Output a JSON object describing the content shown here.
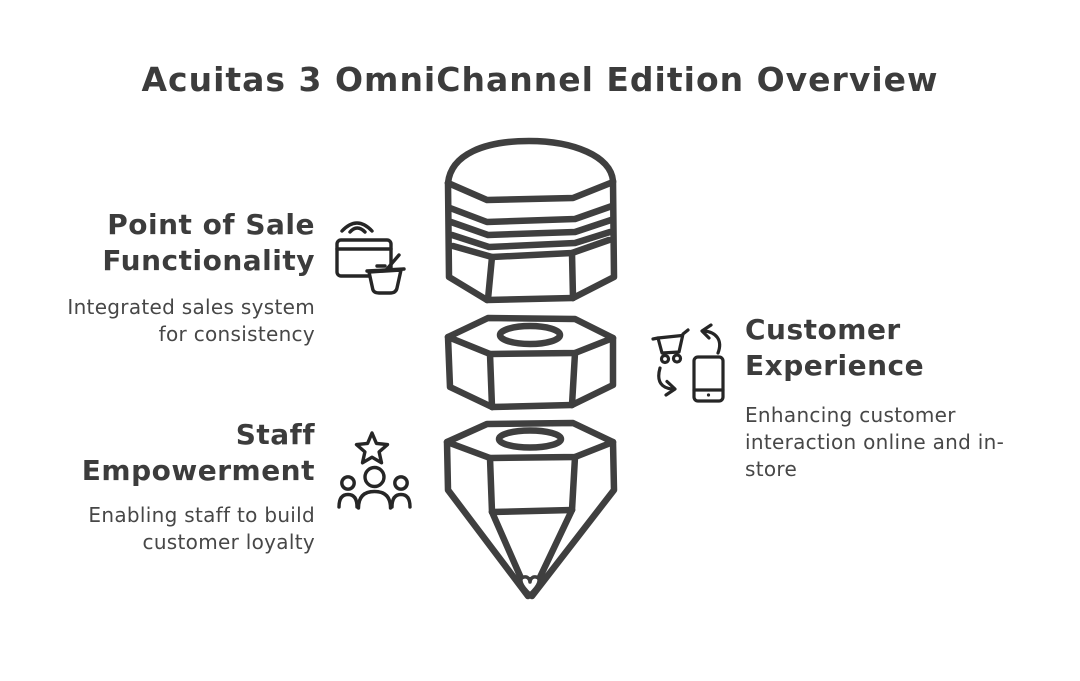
{
  "title": "Acuitas 3 OmniChannel Edition Overview",
  "colors": {
    "heading_text": "#3c3c3c",
    "body_text": "#474747",
    "line_art": "#3f3f3f",
    "icon_stroke": "#262626",
    "background": "#ffffff"
  },
  "sections": [
    {
      "id": "point-of-sale",
      "position": "left-top",
      "heading": "Point of Sale Functionality",
      "heading_lines": [
        "Point of Sale",
        "Functionality"
      ],
      "description": "Integrated sales system for consistency",
      "description_lines": [
        "Integrated sales system",
        "for consistency"
      ],
      "icon": "contactless-pos-terminal-with-basket-icon"
    },
    {
      "id": "customer-experience",
      "position": "right-middle",
      "heading": "Customer Experience",
      "heading_lines": [
        "Customer",
        "Experience"
      ],
      "description": "Enhancing customer interaction online and in-store",
      "description_lines": [
        "Enhancing customer",
        "interaction online and in-",
        "store"
      ],
      "icon": "cart-phone-sync-icon"
    },
    {
      "id": "staff-empowerment",
      "position": "left-bottom",
      "heading": "Staff Empowerment",
      "heading_lines": [
        "Staff",
        "Empowerment"
      ],
      "description": "Enabling staff to build customer loyalty",
      "description_lines": [
        "Enabling staff to build",
        "customer loyalty"
      ],
      "icon": "team-with-star-icon"
    }
  ],
  "illustration": {
    "name": "pencil-funnel",
    "segments": [
      "ridged-cap",
      "hex-nut",
      "hex-nut",
      "cone-tip-with-heart"
    ]
  }
}
